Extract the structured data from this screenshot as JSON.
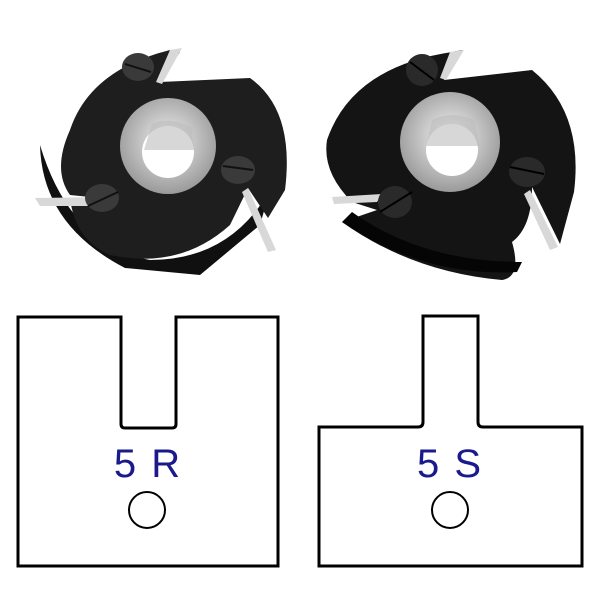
{
  "products": [
    {
      "id": "left",
      "label": "5 R",
      "image_description": "cutter-head-photo-R",
      "profile": "notch"
    },
    {
      "id": "right",
      "label": "5 S",
      "image_description": "cutter-head-photo-S",
      "profile": "tab"
    }
  ],
  "colors": {
    "label": "#1a1a8c",
    "body": "#1c1c1c",
    "hub": "#c8c8c8",
    "outline": "#000000"
  }
}
